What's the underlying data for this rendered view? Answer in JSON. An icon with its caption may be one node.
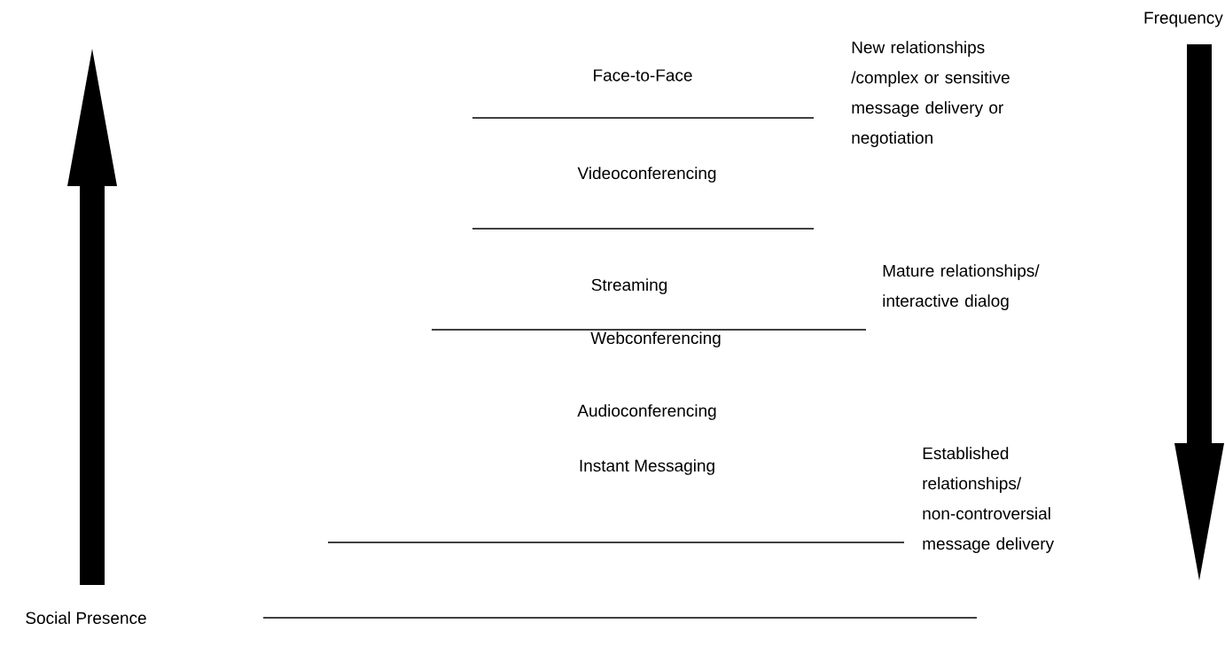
{
  "diagram": {
    "labels": [
      "Frequency",
      "Face-to-Face",
      "New relationships /complex or sensitive message delivery or negotiation",
      "Videoconferencing",
      "Streaming",
      "Mature relationships/ interactive dialog",
      "Webconferencing",
      "Audioconferencing",
      "Instant Messaging",
      "Established relationships/ non-controversial message delivery",
      "Social Presence"
    ]
  }
}
